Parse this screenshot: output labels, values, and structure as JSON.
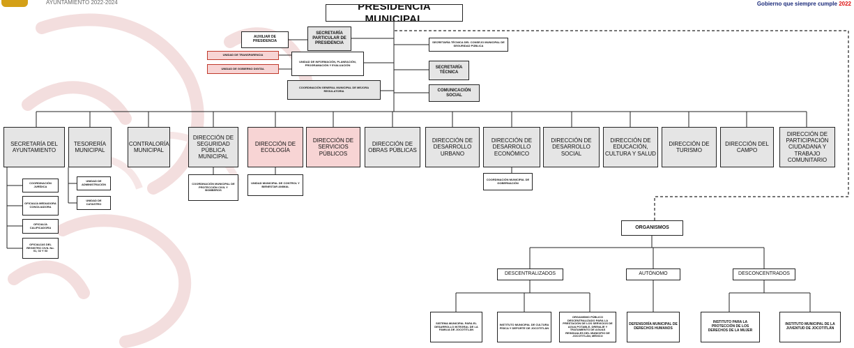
{
  "header": {
    "admin_period": "AYUNTAMIENTO 2022-2024",
    "slogan_prefix": "Gobierno que siempre cumple",
    "slogan_year": "2022"
  },
  "title": "PRESIDENCIA MUNICIPAL",
  "staff": {
    "auxiliar": "AUXILIAR DE PRESIDENCIA",
    "secretaria_particular": "SECRETARÍA PARTICULAR DE PRESIDENCIA",
    "unidad_transparencia": "UNIDAD DE TRANSPARENCIA",
    "unidad_gobierno_digital": "UNIDAD DE GOBIERNO DIGITAL",
    "unidad_informacion": "UNIDAD DE INFORMACIÓN, PLANEACIÓN, PROGRAMACIÓN Y EVALUACIÓN",
    "coordinacion_mejora": "COORDINACIÓN GENERAL MUNICIPAL DE MEJORA REGULATORIA",
    "secretaria_tecnica_consejo": "SECRETARÍA TÉCNICA DEL CONSEJO MUNICIPAL DE SEGURIDAD PÚBLICA",
    "secretaria_tecnica": "SECRETARÍA TÉCNICA",
    "comunicacion_social": "COMUNICACIÓN SOCIAL"
  },
  "departments": [
    "SECRETARÍA DEL AYUNTAMIENTO",
    "TESORERÍA MUNICIPAL",
    "CONTRALORÍA MUNICIPAL",
    "DIRECCIÓN DE SEGURIDAD PÚBLICA MUNICIPAL",
    "DIRECCIÓN DE ECOLOGÍA",
    "DIRECCIÓN DE SERVICIOS PÚBLICOS",
    "DIRECCIÓN DE OBRAS PÚBLICAS",
    "DIRECCIÓN DE DESARROLLO URBANO",
    "DIRECCIÓN DE DESARROLLO ECONÓMICO",
    "DIRECCIÓN DE DESARROLLO SOCIAL",
    "DIRECCIÓN DE EDUCACIÓN, CULTURA Y SALUD",
    "DIRECCIÓN DE TURISMO",
    "DIRECCIÓN DEL CAMPO",
    "DIRECCIÓN DE PARTICIPACIÓN CIUDADANA Y TRABAJO COMUNITARIO"
  ],
  "sub_secretaria": [
    "COORDINACIÓN JURÍDICA",
    "OFICIALÍA MEDIADORA CONCILIADORA",
    "OFICIALÍA CALIFICADORA",
    "OFICIALÍAS DEL REGISTRO CIVIL No. 01, 02 Y 03"
  ],
  "sub_tesoreria": [
    "UNIDAD DE ADMINISTRACIÓN",
    "UNIDAD DE CATASTRO"
  ],
  "sub_seguridad": "COORDINACIÓN MUNICIPAL DE PROTECCIÓN CIVIL Y BOMBEROS",
  "sub_ecologia": "UNIDAD MUNICIPAL DE CONTROL Y BIENESTAR ANIMAL",
  "sub_economico": "COORDINACIÓN MUNICIPAL DE GOBERNACIÓN",
  "organismos": {
    "title": "ORGANISMOS",
    "groups": [
      "DESCENTRALIZADOS",
      "AUTÓNOMO",
      "DESCONCENTRADOS"
    ],
    "leaves": [
      "SISTEMA MUNICIPAL PARA EL DESARROLLO INTEGRAL DE LA FAMILIA DE JOCOTITLÁN",
      "INSTITUTO MUNICIPAL DE CULTURA FÍSICA Y DEPORTE DE JOCOTITLÁN",
      "ORGANISMO PÚBLICO DESCENTRALIZADO PARA LA PRESTACIÓN DE LOS SERVICIOS DE AGUA POTABLE, DRENAJE Y TRATAMIENTO DE AGUAS RESIDUALES DEL MUNICIPIO DE JOCOTITLÁN, MÉXICO",
      "DEFENSORÍA MUNICIPAL DE DERECHOS HUMANOS",
      "INSTITUTO PARA LA PROTECCIÓN DE LOS DERECHOS DE LA MUJER",
      "INSTITUTO MUNICIPAL DE LA JUVENTUD DE JOCOTITLÁN"
    ]
  },
  "colors": {
    "line": "#222222",
    "gray_fill": "#e5e5e5",
    "pink_fill": "#f7d4d4",
    "red_border": "#c0392b",
    "slogan": "#1a2a7a",
    "accent": "#dd1111"
  }
}
